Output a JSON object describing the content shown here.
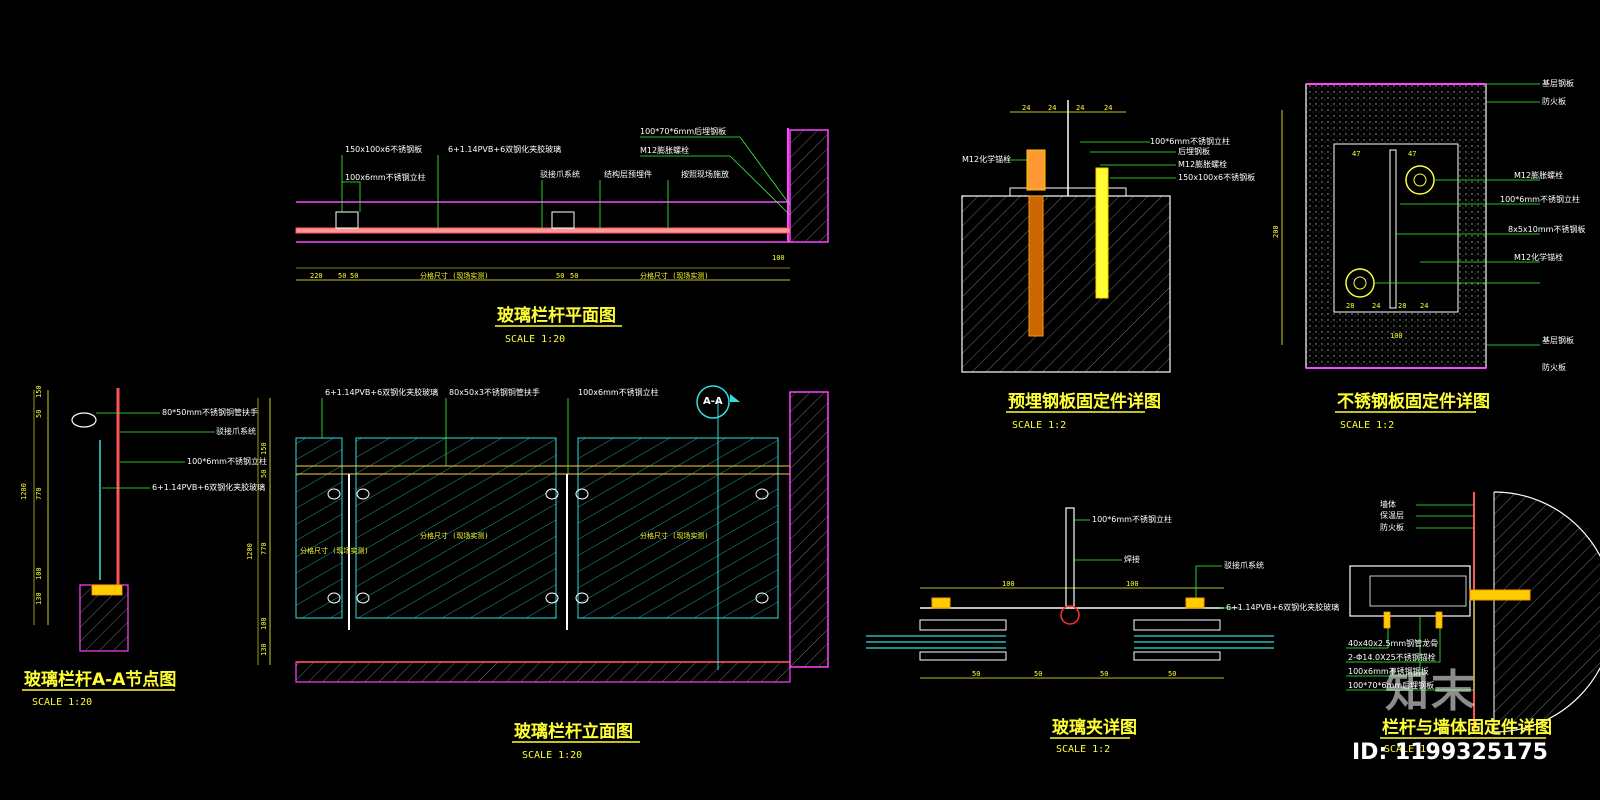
{
  "colors": {
    "background": "#000000",
    "title": "#ffff33",
    "note": "#ffffff",
    "wall": "#ff44ff",
    "glass": "#33dddd",
    "leader": "#33ff33",
    "dim": "#ffff33",
    "rail": "#ff5555"
  },
  "views": {
    "plan": {
      "title": "玻璃栏杆平面图",
      "scale": "SCALE 1:20"
    },
    "section": {
      "title": "玻璃栏杆A-A节点图",
      "scale": "SCALE 1:20"
    },
    "elevation": {
      "title": "玻璃栏杆立面图",
      "scale": "SCALE 1:20"
    },
    "embed": {
      "title": "预埋钢板固定件详图",
      "scale": "SCALE 1:2"
    },
    "stainless": {
      "title": "不锈钢板固定件详图",
      "scale": "SCALE 1:2"
    },
    "clamp": {
      "title": "玻璃夹详图",
      "scale": "SCALE 1:2"
    },
    "wallfix": {
      "title": "栏杆与墙体固定件详图",
      "scale": "SCALE 1:2"
    }
  },
  "notes": {
    "plan": [
      "150x100x6不锈钢板",
      "100x6mm不锈钢立柱",
      "6+1.14PVB+6双钢化夹胶玻璃",
      "100*70*6mm后埋钢板",
      "M12膨胀螺栓",
      "驳接爪系统",
      "结构层预埋件",
      "按照现场施放"
    ],
    "plan_dims": [
      "220",
      "50",
      "50",
      "50",
      "50",
      "100",
      "分格尺寸 (现场实测)",
      "分格尺寸 (现场实测)"
    ],
    "section": [
      "80*50mm不锈钢铜管扶手",
      "驳接爪系统",
      "100*6mm不锈钢立柱",
      "6+1.14PVB+6双钢化夹胶玻璃"
    ],
    "section_dims": [
      "1200",
      "50",
      "150",
      "770",
      "100",
      "130"
    ],
    "elevation": [
      "6+1.14PVB+6双钢化夹胶玻璃",
      "80x50x3不锈钢铜管扶手",
      "100x6mm不锈钢立柱",
      "分格尺寸 (现场实测)",
      "分格尺寸 (现场实测)",
      "分格尺寸 (现场实测)"
    ],
    "elevation_dims": [
      "1200",
      "50",
      "150",
      "770",
      "100",
      "130"
    ],
    "section_tag": "A-A",
    "embed": [
      "M12化学锚栓",
      "100*6mm不锈钢立柱",
      "后埋钢板",
      "M12膨胀螺栓",
      "150x100x6不锈钢板"
    ],
    "embed_dims": [
      "24",
      "24",
      "24",
      "24"
    ],
    "stainless": [
      "基层钢板",
      "防火板",
      "M12膨胀螺栓",
      "100*6mm不锈钢立柱",
      "8x5x10mm不锈钢板",
      "M12化学锚栓",
      "基层钢板",
      "防火板"
    ],
    "stainless_dims": [
      "47",
      "47",
      "28",
      "24",
      "28",
      "24",
      "100",
      "200"
    ],
    "clamp": [
      "100*6mm不锈钢立柱",
      "焊接",
      "驳接爪系统",
      "6+1.14PVB+6双钢化夹胶玻璃"
    ],
    "clamp_dims": [
      "100",
      "100",
      "50",
      "50",
      "50",
      "50"
    ],
    "wallfix": [
      "墙体",
      "保温层",
      "防火板",
      "40x40x2.5mm钢管龙骨",
      "2-Φ14.0X25不锈钢锚栓",
      "100x6mm不锈钢钢板",
      "100*70*6mm后埋钢板"
    ]
  },
  "watermark": {
    "logo": "知末",
    "id": "ID: 1199325175"
  }
}
